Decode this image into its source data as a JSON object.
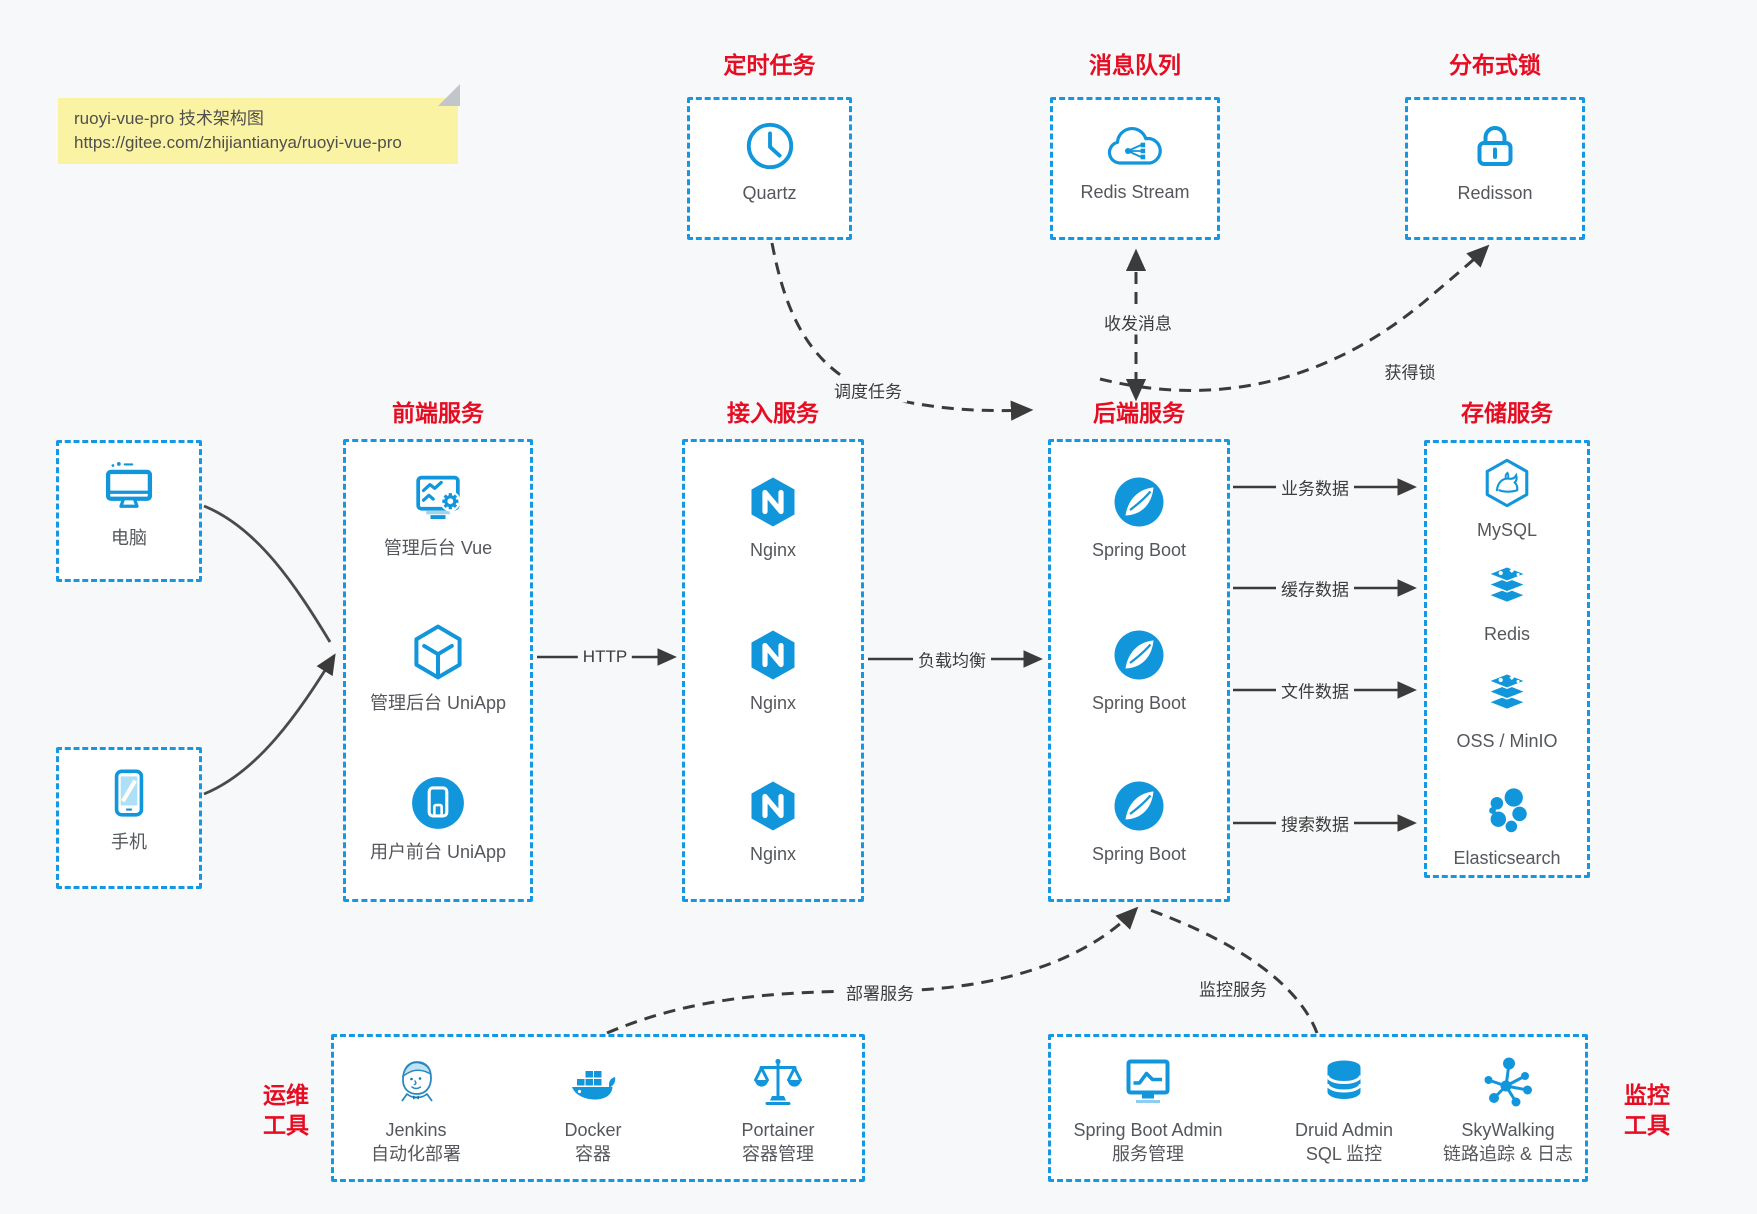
{
  "note": {
    "title": "ruoyi-vue-pro 技术架构图",
    "url": "https://gitee.com/zhijiantianya/ruoyi-vue-pro"
  },
  "top_groups": [
    {
      "title": "定时任务",
      "item": {
        "icon": "clock-icon",
        "label": "Quartz"
      }
    },
    {
      "title": "消息队列",
      "item": {
        "icon": "cloud-stream-icon",
        "label": "Redis Stream"
      }
    },
    {
      "title": "分布式锁",
      "item": {
        "icon": "lock-icon",
        "label": "Redisson"
      }
    }
  ],
  "devices": [
    {
      "icon": "desktop-icon",
      "label": "电脑"
    },
    {
      "icon": "smartphone-icon",
      "label": "手机"
    }
  ],
  "columns": [
    {
      "title": "前端服务",
      "items": [
        {
          "icon": "admin-vue-icon",
          "label": "管理后台 Vue"
        },
        {
          "icon": "cube-icon",
          "label": "管理后台 UniApp"
        },
        {
          "icon": "user-app-icon",
          "label": "用户前台 UniApp"
        }
      ]
    },
    {
      "title": "接入服务",
      "items": [
        {
          "icon": "nginx-icon",
          "label": "Nginx"
        },
        {
          "icon": "nginx-icon",
          "label": "Nginx"
        },
        {
          "icon": "nginx-icon",
          "label": "Nginx"
        }
      ]
    },
    {
      "title": "后端服务",
      "items": [
        {
          "icon": "spring-icon",
          "label": "Spring Boot"
        },
        {
          "icon": "spring-icon",
          "label": "Spring Boot"
        },
        {
          "icon": "spring-icon",
          "label": "Spring Boot"
        }
      ]
    },
    {
      "title": "存储服务",
      "items": [
        {
          "icon": "mysql-icon",
          "label": "MySQL"
        },
        {
          "icon": "redis-icon",
          "label": "Redis"
        },
        {
          "icon": "oss-icon",
          "label": "OSS / MinIO"
        },
        {
          "icon": "elasticsearch-icon",
          "label": "Elasticsearch"
        }
      ]
    }
  ],
  "bottom_groups": [
    {
      "title_line1": "运维",
      "title_line2": "工具",
      "items": [
        {
          "icon": "jenkins-icon",
          "label": "Jenkins",
          "sublabel": "自动化部署"
        },
        {
          "icon": "docker-icon",
          "label": "Docker",
          "sublabel": "容器"
        },
        {
          "icon": "portainer-icon",
          "label": "Portainer",
          "sublabel": "容器管理"
        }
      ]
    },
    {
      "title_line1": "监控",
      "title_line2": "工具",
      "items": [
        {
          "icon": "spring-boot-admin-icon",
          "label": "Spring Boot Admin",
          "sublabel": "服务管理"
        },
        {
          "icon": "druid-icon",
          "label": "Druid Admin",
          "sublabel": "SQL 监控"
        },
        {
          "icon": "skywalking-icon",
          "label": "SkyWalking",
          "sublabel": "链路追踪 & 日志"
        }
      ]
    }
  ],
  "edges": {
    "http": "HTTP",
    "load_balance": "负载均衡",
    "business": "业务数据",
    "cache": "缓存数据",
    "file": "文件数据",
    "search": "搜索数据",
    "schedule": "调度任务",
    "message": "收发消息",
    "lock": "获得锁",
    "deploy": "部署服务",
    "monitor": "监控服务"
  },
  "colors": {
    "accent_blue": "#1296db",
    "border_blue": "#1598e3",
    "title_red": "#e60d22",
    "line_dark": "#3b3b3b",
    "note_yellow": "#fbf3a4"
  }
}
